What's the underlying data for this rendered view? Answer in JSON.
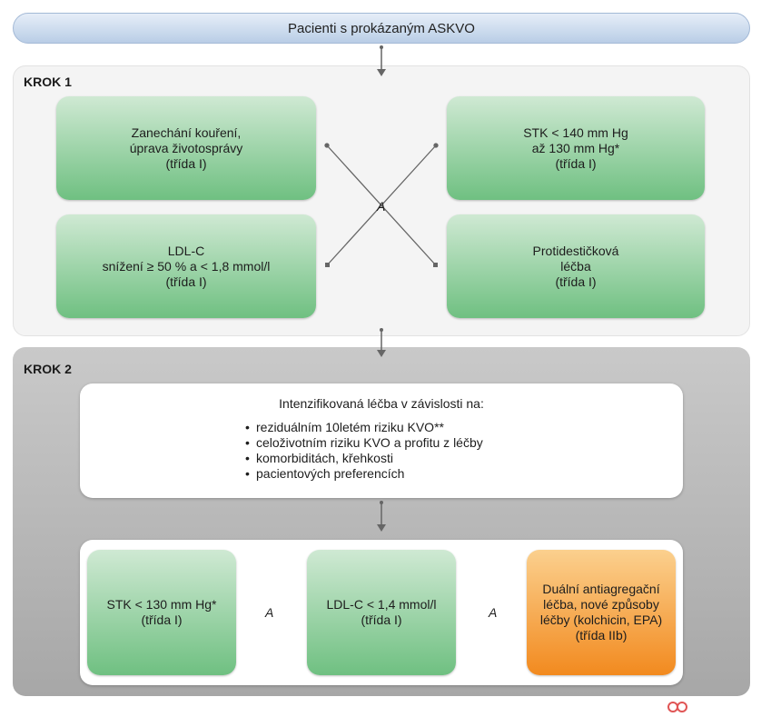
{
  "banner": {
    "text": "Pacienti s prokázaným ASKVO"
  },
  "step1": {
    "label": "KROK 1",
    "center_letter": "A",
    "boxes": [
      {
        "lines": [
          "Zanechání kouření,",
          "úprava životosprávy",
          "(třída I)"
        ]
      },
      {
        "lines": [
          "STK < 140 mm Hg",
          "až 130 mm Hg*",
          "(třída I)"
        ]
      },
      {
        "lines": [
          "LDL-C",
          "snížení ≥ 50 %  a  < 1,8 mmol/l",
          "(třída I)"
        ]
      },
      {
        "lines": [
          "Protidestičková",
          "léčba",
          "(třída I)"
        ]
      }
    ]
  },
  "step2": {
    "label": "KROK 2",
    "intensification": {
      "title": "Intenzifikovaná léčba v závislosti na:",
      "bullets": [
        "reziduálním 10letém riziku KVO**",
        "celoživotním riziku KVO a profitu z léčby",
        "komorbiditách, křehkosti",
        "pacientových preferencích"
      ]
    },
    "connector_letter": "A",
    "boxes": [
      {
        "lines": [
          "STK < 130 mm Hg*",
          "(třída I)"
        ]
      },
      {
        "lines": [
          "LDL-C < 1,4 mmol/l",
          "(třída I)"
        ]
      },
      {
        "lines": [
          "Duální antiagregační",
          "léčba, nové způsoby",
          "léčby (kolchicin, EPA)",
          "(třída IIb)"
        ]
      }
    ]
  },
  "colors": {
    "green_top": "#cfe9d3",
    "green_bottom": "#6fc081",
    "orange_top": "#fbd08e",
    "orange_bottom": "#f28a1f",
    "banner": "#b9cde6"
  }
}
